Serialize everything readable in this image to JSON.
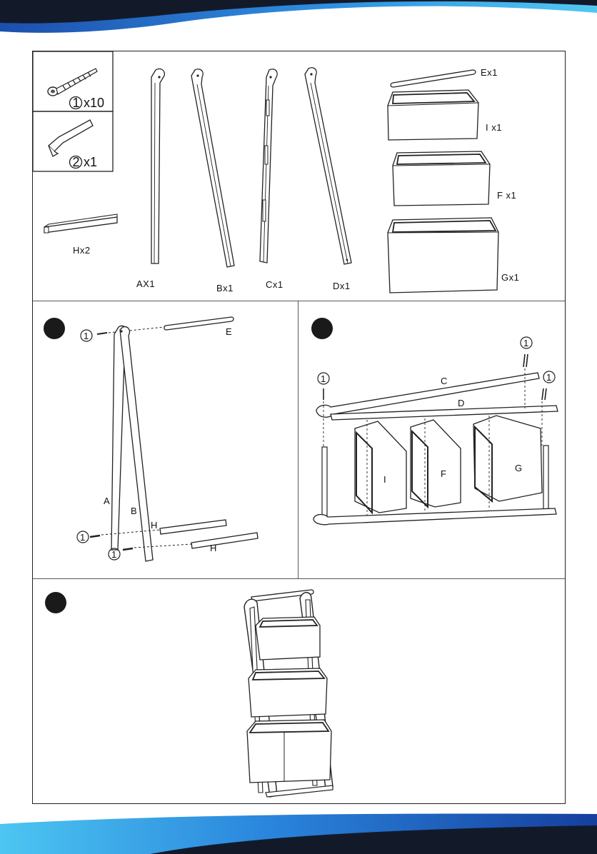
{
  "colors": {
    "band_dark": "#111a2b",
    "band_blue": "#1f6fd0",
    "band_light": "#45c0ef",
    "ink": "#222222"
  },
  "parts": {
    "screw": {
      "number": "1",
      "qty": "x10"
    },
    "allen_key": {
      "number": "2",
      "qty": "x1"
    },
    "bar_h": "Hx2",
    "leg_a": "AX1",
    "leg_b": "Bx1",
    "leg_c": "Cx1",
    "leg_d": "Dx1",
    "rod_e": "Ex1",
    "basket_i": "I x1",
    "basket_f": "F x1",
    "basket_g": "Gx1"
  },
  "step1": {
    "screw_num": "1",
    "label_e": "E",
    "label_a": "A",
    "label_b": "B",
    "label_h1": "H",
    "label_h2": "H"
  },
  "step2": {
    "screw_num": "1",
    "label_c": "C",
    "label_d": "D",
    "label_i": "I",
    "label_f": "F",
    "label_g": "G"
  },
  "icons": [
    "screw-icon",
    "allen-key-icon",
    "step-marker-icon"
  ]
}
